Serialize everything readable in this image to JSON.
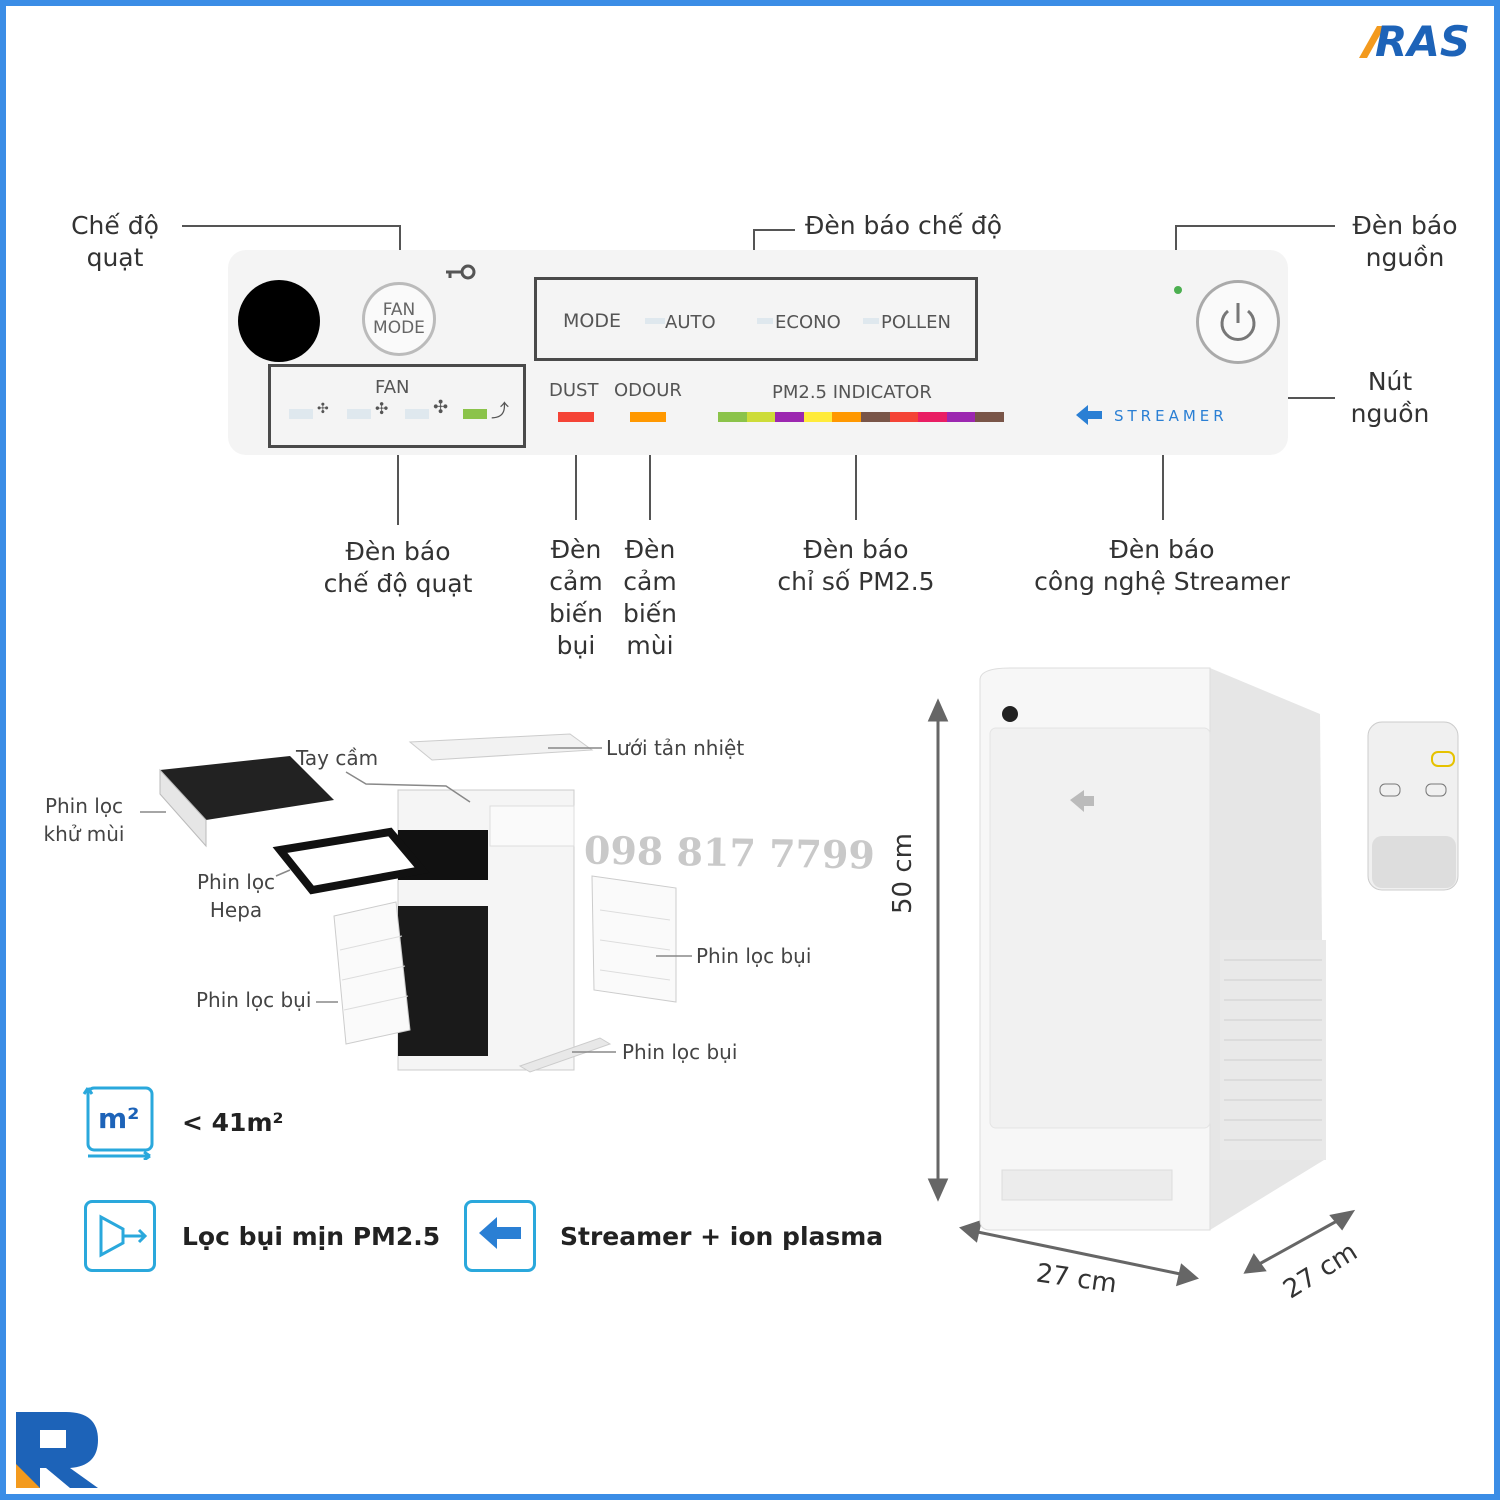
{
  "brand": {
    "logo_text": "RAS",
    "logo_color": "#1d63b8",
    "accent_color": "#f39a1e"
  },
  "phone": "098 817 7799",
  "panel": {
    "fan_mode_button": [
      "FAN",
      "MODE"
    ],
    "mode_label": "MODE",
    "modes": [
      "AUTO",
      "ECONO",
      "POLLEN"
    ],
    "fan_label": "FAN",
    "dust_label": "DUST",
    "odour_label": "ODOUR",
    "pm_label": "PM2.5  INDICATOR",
    "streamer_label": "STREAMER",
    "pm_colors": [
      "#8bc34a",
      "#cddc39",
      "#9c27b0",
      "#ffeb3b",
      "#ff9800",
      "#795548",
      "#f44336",
      "#e91e63",
      "#9c27b0",
      "#795548"
    ],
    "dust_color": "#f44336",
    "odour_color": "#ff9800",
    "power_led_color": "#4caf50"
  },
  "callouts": {
    "fan_mode": [
      "Chế độ",
      "quạt"
    ],
    "mode_indicator": "Đèn báo chế độ",
    "power_indicator": [
      "Đèn báo",
      "nguồn"
    ],
    "power_button": [
      "Nút",
      "nguồn"
    ],
    "fan_indicator": [
      "Đèn báo",
      "chế độ quạt"
    ],
    "dust_sensor": [
      "Đèn",
      "cảm",
      "biến",
      "bụi"
    ],
    "odour_sensor": [
      "Đèn",
      "cảm",
      "biến",
      "mùi"
    ],
    "pm_indicator": [
      "Đèn báo",
      "chỉ số PM2.5"
    ],
    "streamer_indicator": [
      "Đèn báo",
      "công nghệ Streamer"
    ]
  },
  "parts": {
    "handle": "Tay cầm",
    "heat_mesh": "Lưới tản nhiệt",
    "odour_filter": [
      "Phin lọc",
      "khử mùi"
    ],
    "hepa_filter": [
      "Phin lọc",
      "Hepa"
    ],
    "dust_filter_left": "Phin lọc bụi",
    "dust_filter_right": "Phin lọc bụi",
    "dust_filter_bottom": "Phin lọc bụi"
  },
  "features": [
    {
      "icon": "area-icon",
      "icon_text": "m²",
      "text": "< 41m²"
    },
    {
      "icon": "filter-icon",
      "text": "Lọc bụi mịn PM2.5"
    },
    {
      "icon": "streamer-icon",
      "text": "Streamer + ion plasma"
    }
  ],
  "dimensions": {
    "height": "50 cm",
    "width": "27 cm",
    "depth": "27 cm"
  }
}
